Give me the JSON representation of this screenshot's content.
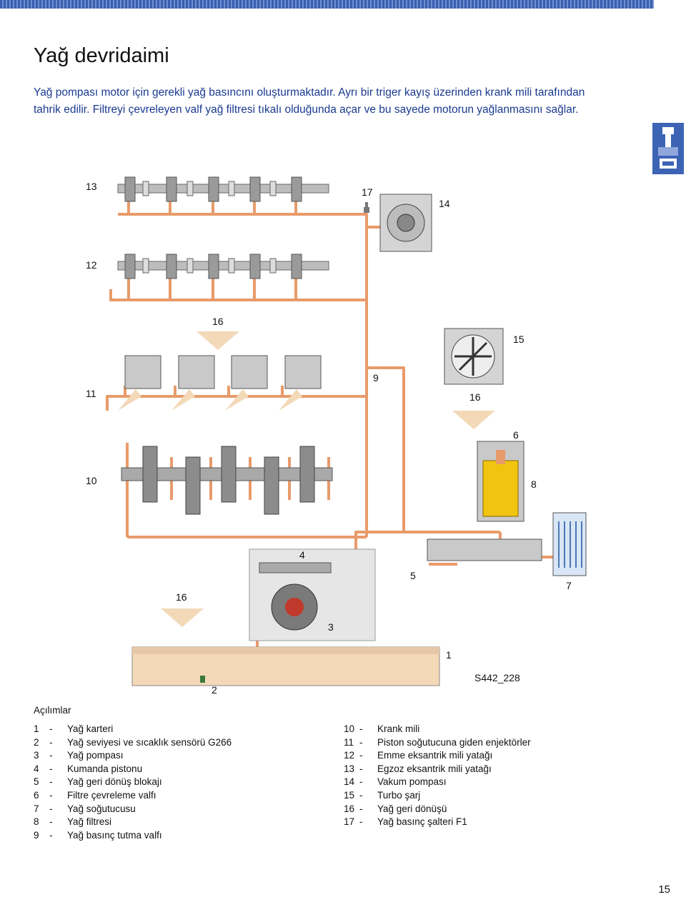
{
  "title": "Yağ devridaimi",
  "intro": "Yağ pompası motor için gerekli yağ basıncını oluşturmaktadır. Ayrı bir triger kayış üzerinden krank mili tarafından tahrik edilir. Filtreyi çevreleyen valf yağ filtresi tıkalı olduğunda açar ve bu sayede motorun yağlanmasını sağlar.",
  "diagram": {
    "code": "S442_228",
    "callouts": {
      "c1": "1",
      "c2": "2",
      "c3": "3",
      "c4": "4",
      "c5": "5",
      "c6": "6",
      "c7": "7",
      "c8": "8",
      "c9": "9",
      "c10": "10",
      "c11": "11",
      "c12": "12",
      "c13": "13",
      "c14": "14",
      "c15": "15",
      "c16a": "16",
      "c16b": "16",
      "c16c": "16",
      "c17": "17"
    },
    "colors": {
      "oil_line": "#e89b6a",
      "oil_fill": "#f3d9b8",
      "filter_yellow": "#f1c40f",
      "component_grey": "#c9c9c9"
    }
  },
  "legend_title": "Açılımlar",
  "legend_left": [
    {
      "num": "1",
      "text": "Yağ karteri"
    },
    {
      "num": "2",
      "text": "Yağ seviyesi ve sıcaklık sensörü G266"
    },
    {
      "num": "3",
      "text": "Yağ pompası"
    },
    {
      "num": "4",
      "text": "Kumanda pistonu"
    },
    {
      "num": "5",
      "text": "Yağ geri dönüş blokajı"
    },
    {
      "num": "6",
      "text": "Filtre çevreleme valfı"
    },
    {
      "num": "7",
      "text": "Yağ soğutucusu"
    },
    {
      "num": "8",
      "text": "Yağ filtresi"
    },
    {
      "num": "9",
      "text": "Yağ basınç tutma valfı"
    }
  ],
  "legend_right": [
    {
      "num": "10",
      "text": "Krank mili"
    },
    {
      "num": "11",
      "text": "Piston soğutucuna giden enjektörler"
    },
    {
      "num": "12",
      "text": "Emme eksantrik mili yatağı"
    },
    {
      "num": "13",
      "text": "Egzoz eksantrik mili yatağı"
    },
    {
      "num": "14",
      "text": "Vakum pompası"
    },
    {
      "num": "15",
      "text": "Turbo şarj"
    },
    {
      "num": "16",
      "text": "Yağ geri dönüşü"
    },
    {
      "num": "17",
      "text": "Yağ basınç şalteri F1"
    }
  ],
  "dash": "-",
  "page_number": "15"
}
